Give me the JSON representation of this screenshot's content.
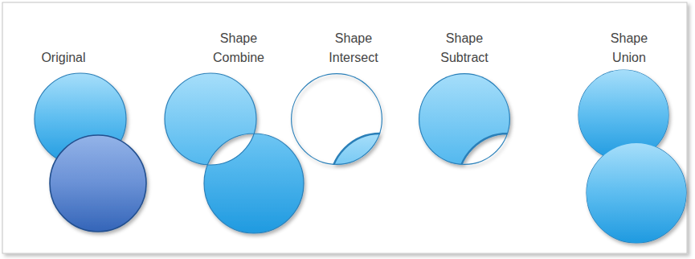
{
  "diagram": {
    "labels": [
      "Original",
      "Shape Combine",
      "Shape Intersect",
      "Shape Subtract",
      "Shape Union"
    ]
  }
}
